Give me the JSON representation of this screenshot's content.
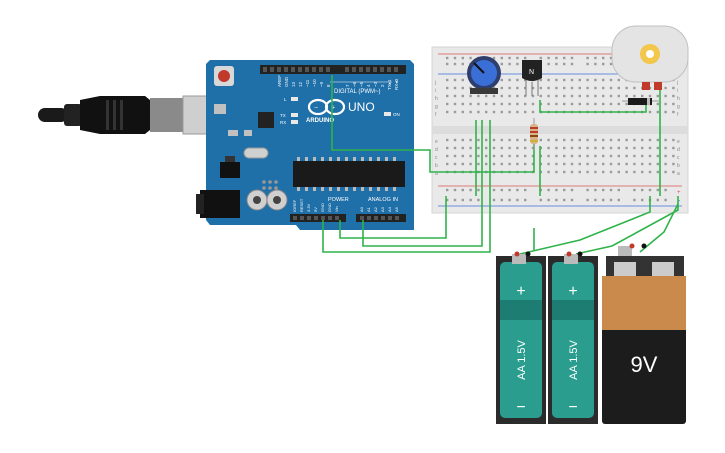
{
  "arduino": {
    "brand": "ARDUINO",
    "model": "UNO",
    "digital_label": "DIGITAL (PWM~)",
    "power_label": "POWER",
    "analog_label": "ANALOG IN",
    "led_l": "L",
    "led_tx": "TX",
    "led_rx": "RX",
    "led_on": "ON",
    "top_pin_labels": [
      "AREF",
      "GND",
      "13",
      "12",
      "~11",
      "~10",
      "~9",
      "8",
      "7",
      "~6",
      "~5",
      "4",
      "~3",
      "2",
      "TX▸1",
      "RX◂0"
    ],
    "power_pin_labels": [
      "IOREF",
      "RESET",
      "3.3V",
      "5V",
      "GND",
      "GND",
      "Vin"
    ],
    "analog_pin_labels": [
      "A0",
      "A1",
      "A2",
      "A3",
      "A4",
      "A5"
    ]
  },
  "breadboard": {
    "row_letters_top": [
      "j",
      "i",
      "h",
      "g",
      "f"
    ],
    "row_letters_bottom": [
      "e",
      "d",
      "c",
      "b",
      "a"
    ],
    "rail_plus": "+",
    "rail_minus": "-"
  },
  "transistor": {
    "label": "N"
  },
  "batteries": [
    {
      "label": "AA 1.5V",
      "plus": "+",
      "minus": "−"
    },
    {
      "label": "AA 1.5V",
      "plus": "+",
      "minus": "−"
    },
    {
      "label": "9V"
    }
  ],
  "colors": {
    "board": "#1f6fa8",
    "board_dark": "#17588a",
    "wire": "#2fb34a",
    "battery_teal": "#2a9d8f",
    "battery_9v_top": "#c98a4b",
    "breadboard": "#e9e9e9"
  }
}
